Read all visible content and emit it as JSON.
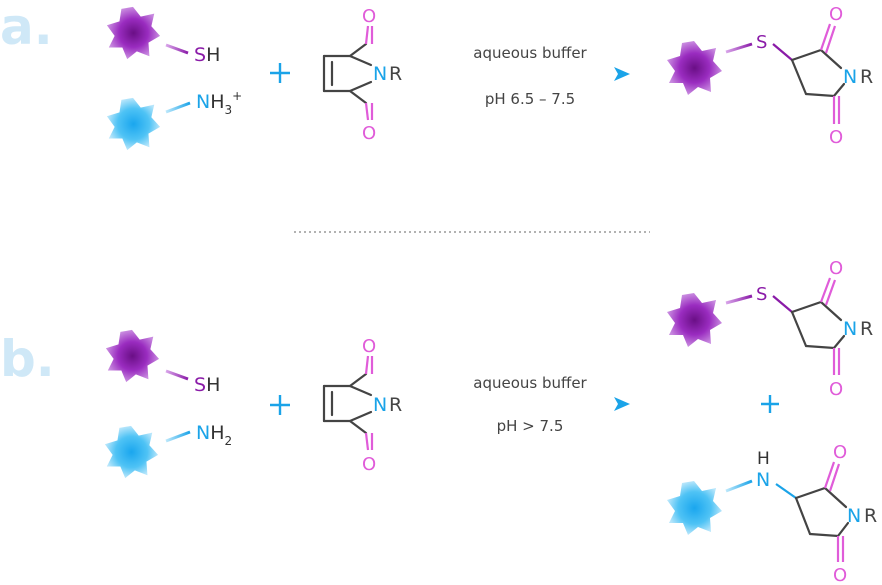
{
  "panels": {
    "a": "a.",
    "b": "b."
  },
  "panel_a": {
    "reactant_1": {
      "s": "S",
      "h": "H"
    },
    "reactant_2": {
      "n": "N",
      "h": "H",
      "sub": "3",
      "sup": "+"
    },
    "maleimide": {
      "o_top": "O",
      "o_bottom": "O",
      "n": "N",
      "r": "R"
    },
    "conditions": {
      "line1": "aqueous buffer",
      "line2": "pH 6.5 – 7.5"
    },
    "product": {
      "s": "S",
      "o_top": "O",
      "o_bottom": "O",
      "n": "N",
      "r": "R"
    }
  },
  "panel_b": {
    "reactant_1": {
      "s": "S",
      "h": "H"
    },
    "reactant_2": {
      "n": "N",
      "h": "H",
      "sub": "2"
    },
    "maleimide": {
      "o_top": "O",
      "o_bottom": "O",
      "n": "N",
      "r": "R"
    },
    "conditions": {
      "line1": "aqueous buffer",
      "line2": "pH > 7.5"
    },
    "product_1": {
      "s": "S",
      "o_top": "O",
      "o_bottom": "O",
      "n": "N",
      "r": "R"
    },
    "product_2": {
      "h": "H",
      "n": "N",
      "o_top": "O",
      "o_bottom": "O",
      "n2": "N",
      "r": "R"
    }
  },
  "colors": {
    "thiol_blob": "#8a1ba8",
    "amine_blob": "#3ab8f0",
    "nitrogen": "#1aa3e8",
    "oxygen": "#e05cd9",
    "sulfur_link": "#8a1ba8",
    "arrow": "#1aa3e8",
    "panel_letter": "#cfe8f7"
  }
}
